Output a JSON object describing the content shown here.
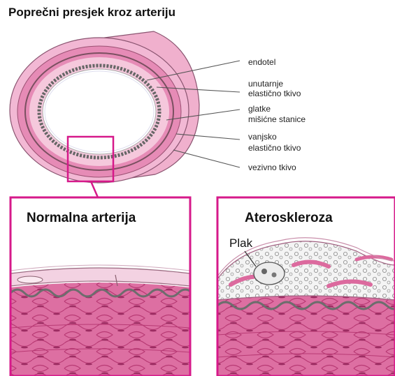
{
  "title": "Poprečni presjek kroz arteriju",
  "labels": {
    "endotel": "endotel",
    "unutarnje_1": "unutarnje",
    "unutarnje_2": "elastično tkivo",
    "glatke_1": "glatke",
    "glatke_2": "mišićne stanice",
    "vanjsko_1": "vanjsko",
    "vanjsko_2": "elastično tkivo",
    "vezivno": "vezivno tkivo"
  },
  "panels": {
    "normal_title": "Normalna arterija",
    "athero_title": "Ateroskleroza",
    "plak_label": "Plak"
  },
  "colors": {
    "magenta": "#d6198a",
    "outer_pink": "#f2b8d4",
    "ring_pink": "#e07aa8",
    "light_pink": "#f6d3e3",
    "muscle": "#dc6a9e",
    "muscle_dark": "#c2437f"
  }
}
